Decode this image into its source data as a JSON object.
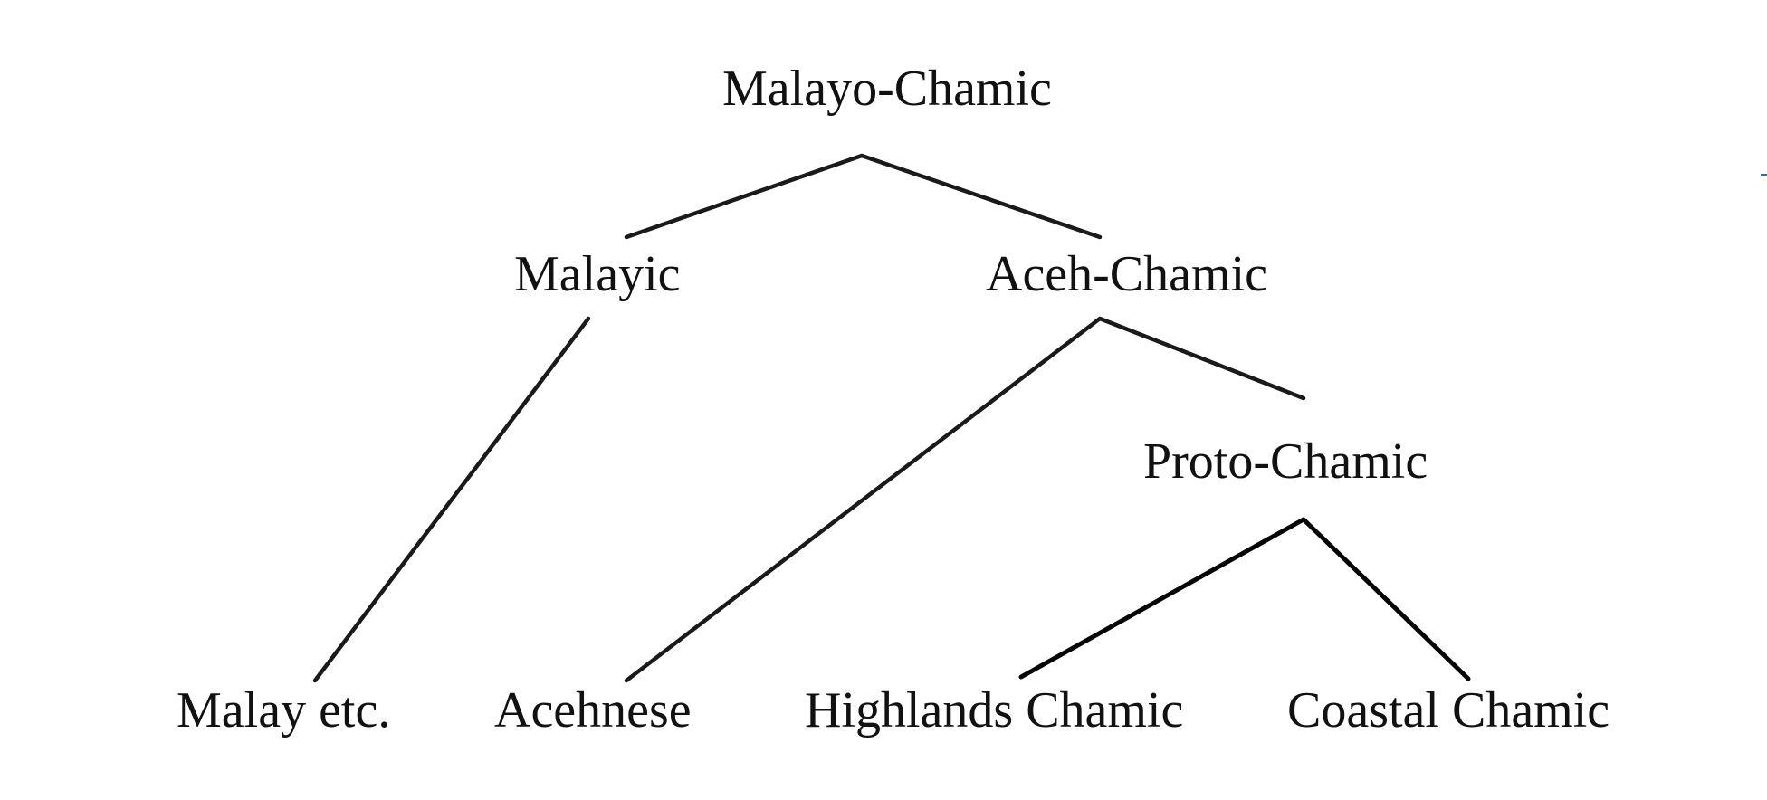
{
  "diagram": {
    "nodes": [
      {
        "id": "malayo-chamic",
        "label": "Malayo-Chamic"
      },
      {
        "id": "malayic",
        "label": "Malayic"
      },
      {
        "id": "aceh-chamic",
        "label": "Aceh-Chamic"
      },
      {
        "id": "proto-chamic",
        "label": "Proto-Chamic"
      },
      {
        "id": "malay-etc",
        "label": "Malay etc."
      },
      {
        "id": "acehnese",
        "label": "Acehnese"
      },
      {
        "id": "highlands-chamic",
        "label": "Highlands Chamic"
      },
      {
        "id": "coastal-chamic",
        "label": "Coastal Chamic"
      }
    ],
    "edges": [
      {
        "from": "malayo-chamic",
        "to": "malayic"
      },
      {
        "from": "malayo-chamic",
        "to": "aceh-chamic"
      },
      {
        "from": "malayic",
        "to": "malay-etc"
      },
      {
        "from": "aceh-chamic",
        "to": "acehnese"
      },
      {
        "from": "aceh-chamic",
        "to": "proto-chamic"
      },
      {
        "from": "proto-chamic",
        "to": "highlands-chamic"
      },
      {
        "from": "proto-chamic",
        "to": "coastal-chamic"
      }
    ]
  }
}
